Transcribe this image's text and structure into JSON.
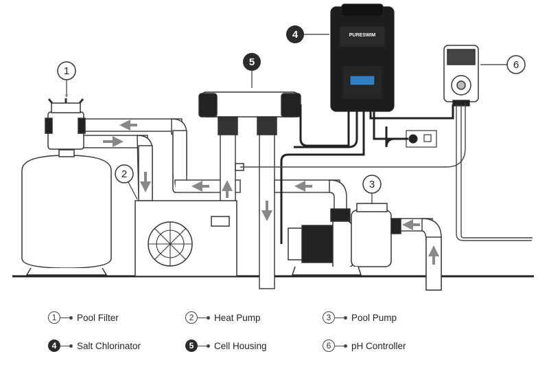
{
  "callouts": [
    {
      "number": "1",
      "style": "outline"
    },
    {
      "number": "2",
      "style": "outline"
    },
    {
      "number": "3",
      "style": "outline"
    },
    {
      "number": "4",
      "style": "filled"
    },
    {
      "number": "5",
      "style": "filled"
    },
    {
      "number": "6",
      "style": "outline"
    }
  ],
  "legend": [
    {
      "number": "1",
      "label": "Pool Filter",
      "style": "outline"
    },
    {
      "number": "2",
      "label": "Heat Pump",
      "style": "outline"
    },
    {
      "number": "3",
      "label": "Pool Pump",
      "style": "outline"
    },
    {
      "number": "4",
      "label": "Salt Chlorinator",
      "style": "filled"
    },
    {
      "number": "5",
      "label": "Cell Housing",
      "style": "filled"
    },
    {
      "number": "6",
      "label": "pH Controller",
      "style": "outline"
    }
  ],
  "chlorinator": {
    "brand": "PURESWIM"
  },
  "colors": {
    "line": "#333333",
    "pipe_fill": "#ffffff",
    "device_dark": "#1d1d1d",
    "screen": "#2f7fc4"
  }
}
